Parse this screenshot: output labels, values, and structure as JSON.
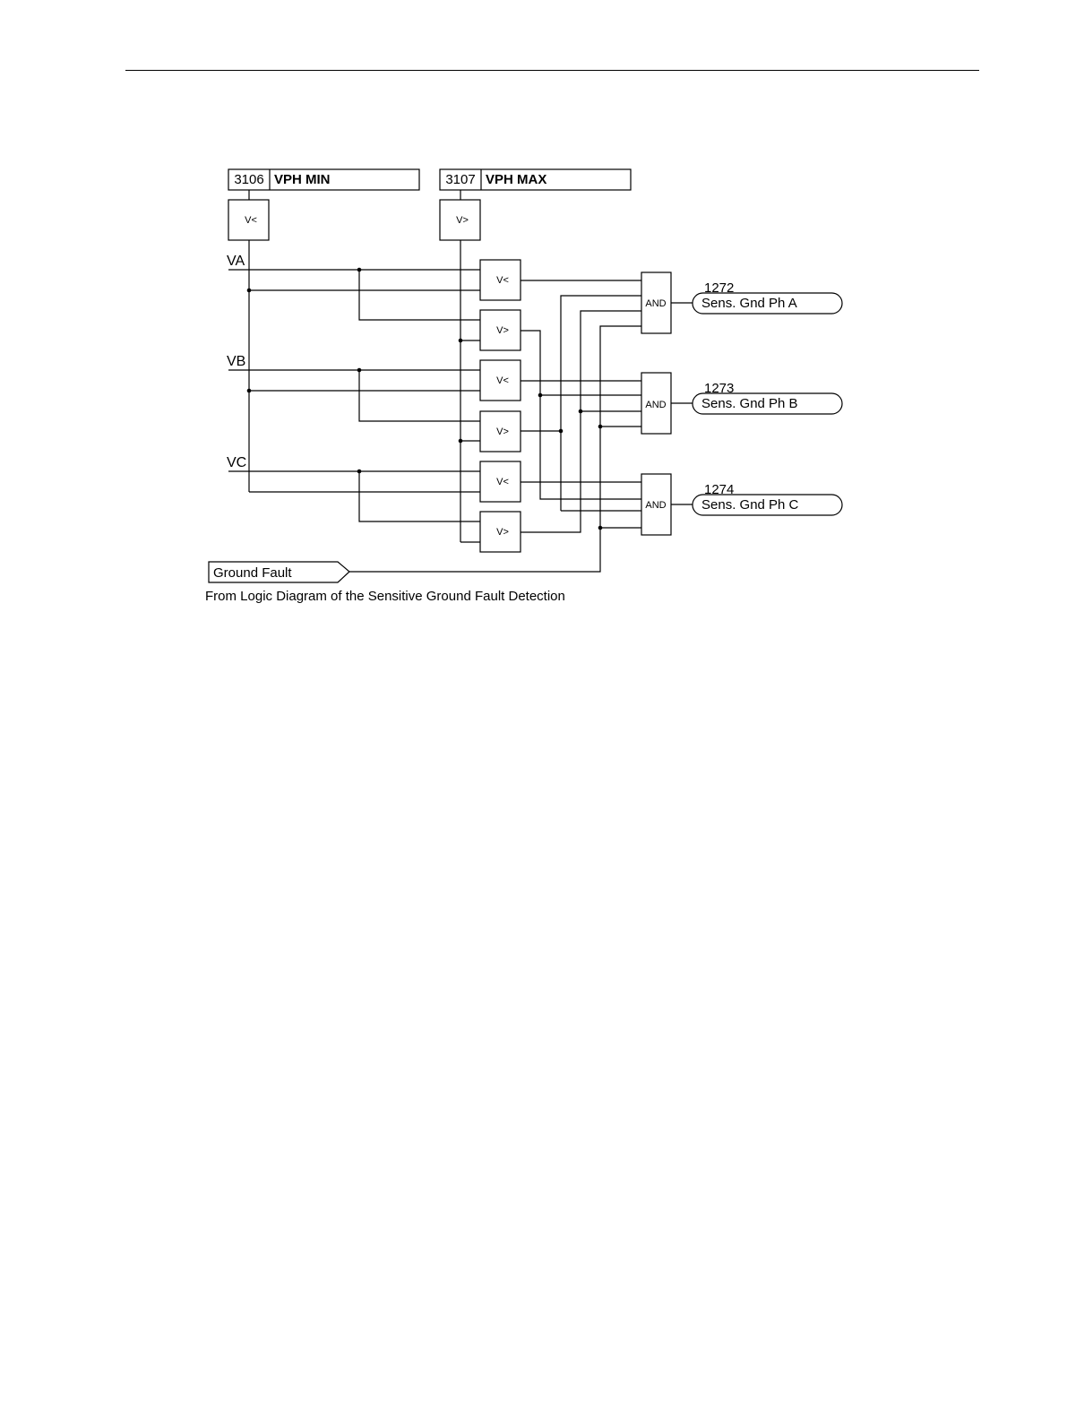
{
  "parameters": [
    {
      "address": "3106",
      "name": "VPH MIN",
      "function": "V<"
    },
    {
      "address": "3107",
      "name": "VPH MAX",
      "function": "V>"
    }
  ],
  "inputs": {
    "phases": [
      "VA",
      "VB",
      "VC"
    ],
    "ground_fault": "Ground Fault",
    "ground_fault_source": "From Logic Diagram of the Sensitive Ground Fault Detection"
  },
  "comparators": [
    "V<",
    "V>",
    "V<",
    "V>",
    "V<",
    "V>"
  ],
  "gates": [
    {
      "label": "AND",
      "output_number": "1272",
      "output_label": "Sens. Gnd Ph A"
    },
    {
      "label": "AND",
      "output_number": "1273",
      "output_label": "Sens. Gnd Ph B"
    },
    {
      "label": "AND",
      "output_number": "1274",
      "output_label": "Sens. Gnd Ph C"
    }
  ]
}
